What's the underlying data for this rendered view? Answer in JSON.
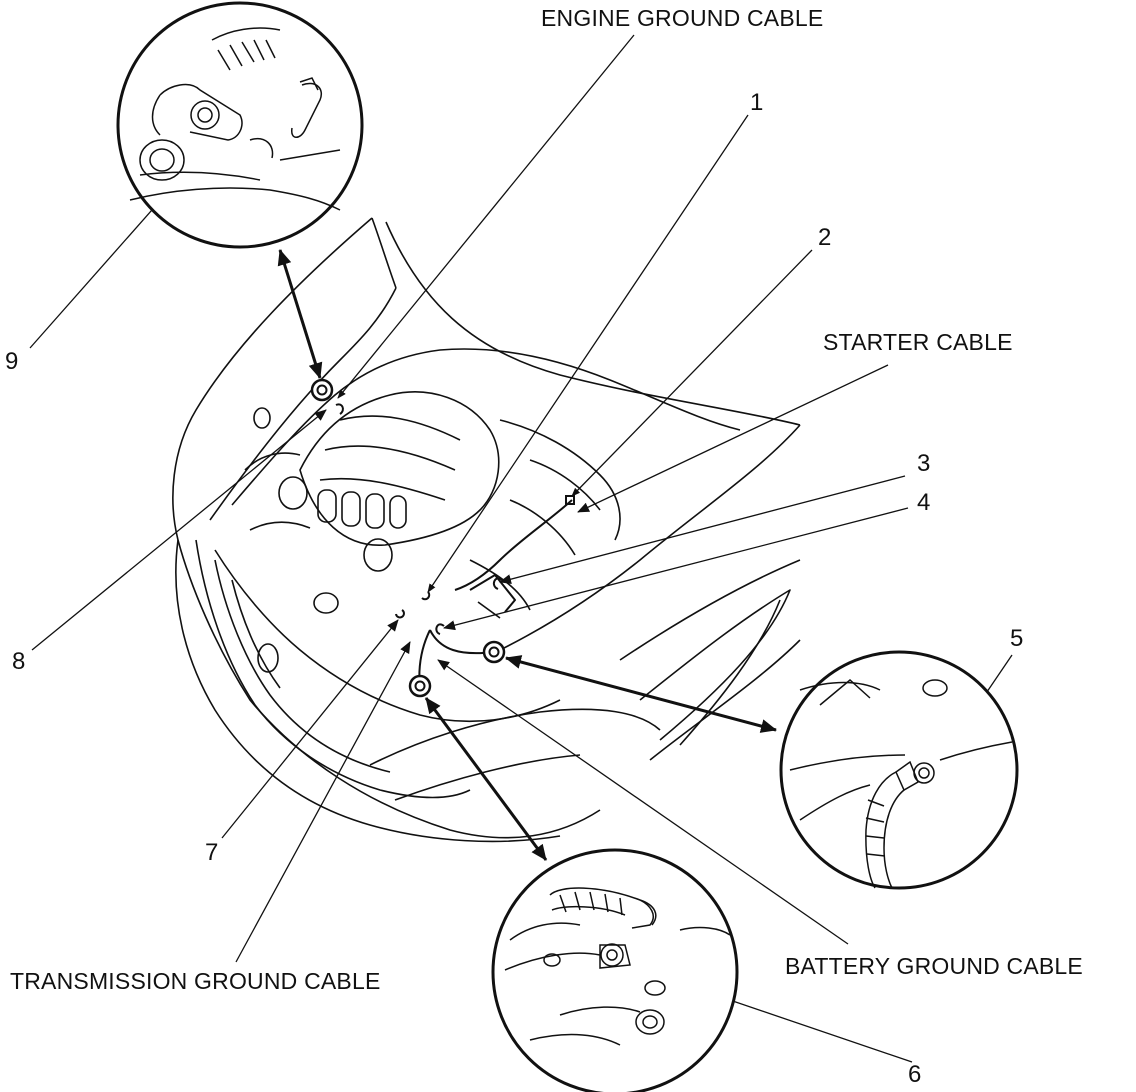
{
  "labels": {
    "engine_ground_cable": "ENGINE GROUND CABLE",
    "starter_cable": "STARTER CABLE",
    "battery_ground_cable": "BATTERY GROUND CABLE",
    "transmission_ground_cable": "TRANSMISSION GROUND CABLE"
  },
  "callouts": {
    "n1": "1",
    "n2": "2",
    "n3": "3",
    "n4": "4",
    "n5": "5",
    "n6": "6",
    "n7": "7",
    "n8": "8",
    "n9": "9"
  },
  "colors": {
    "line": "#111111",
    "background": "#ffffff"
  }
}
